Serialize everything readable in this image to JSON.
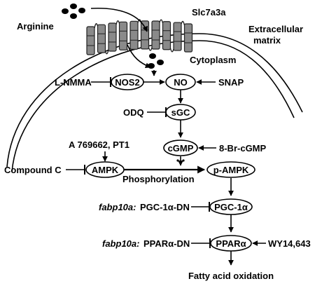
{
  "compartments": {
    "extracellular": "Extracellular matrix",
    "cytoplasm": "Cytoplasm"
  },
  "transporter": {
    "label": "Slc7a3a"
  },
  "substrate": {
    "label": "Arginine"
  },
  "nodes": {
    "nos2": "NOS2",
    "no": "NO",
    "sgc": "sGC",
    "cgmp": "cGMP",
    "ampk": "AMPK",
    "pampk": "p-AMPK",
    "pgc": "PGC-1α",
    "ppar": "PPARα"
  },
  "modulators": {
    "lnmma": "L-NMMA",
    "snap": "SNAP",
    "odq": "ODQ",
    "br_cgmp": "8-Br-cGMP",
    "activators": "A 769662, PT1",
    "compound_c": "Compound C",
    "pgc_dn_gene": "fabp10a:",
    "pgc_dn": "PGC-1α-DN",
    "ppar_dn_gene": "fabp10a:",
    "ppar_dn": "PPARα-DN",
    "wy": "WY14,643"
  },
  "process": {
    "phosphorylation": "Phosphorylation",
    "output": "Fatty acid oxidation"
  },
  "colors": {
    "membrane_fill": "#8a8a8a",
    "membrane_stroke": "#222222",
    "ink": "#000000"
  }
}
